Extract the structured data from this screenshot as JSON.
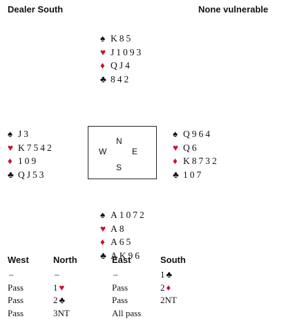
{
  "header": {
    "dealer": "Dealer South",
    "vulnerability": "None vulnerable"
  },
  "suits": {
    "spades": {
      "glyph": "♠",
      "color": "#111111"
    },
    "hearts": {
      "glyph": "♥",
      "color": "#c8102e"
    },
    "diamonds": {
      "glyph": "♦",
      "color": "#c8102e"
    },
    "clubs": {
      "glyph": "♣",
      "color": "#111111"
    }
  },
  "hands": {
    "north": {
      "spades": "K85",
      "hearts": "J1093",
      "diamonds": "QJ4",
      "clubs": "842"
    },
    "west": {
      "spades": "J3",
      "hearts": "K7542",
      "diamonds": "109",
      "clubs": "QJ53"
    },
    "east": {
      "spades": "Q964",
      "hearts": "Q6",
      "diamonds": "K8732",
      "clubs": "107"
    },
    "south": {
      "spades": "A1072",
      "hearts": "A8",
      "diamonds": "A65",
      "clubs": "AK96"
    }
  },
  "compass": {
    "n": "N",
    "s": "S",
    "e": "E",
    "w": "W"
  },
  "auction": {
    "headers": [
      "West",
      "North",
      "East",
      "South"
    ],
    "rows": [
      [
        "–",
        "–",
        "–",
        "1♣"
      ],
      [
        "Pass",
        "1♥",
        "Pass",
        "2♦"
      ],
      [
        "Pass",
        "2♣",
        "Pass",
        "2NT"
      ],
      [
        "Pass",
        "3NT",
        "All pass",
        ""
      ]
    ]
  }
}
